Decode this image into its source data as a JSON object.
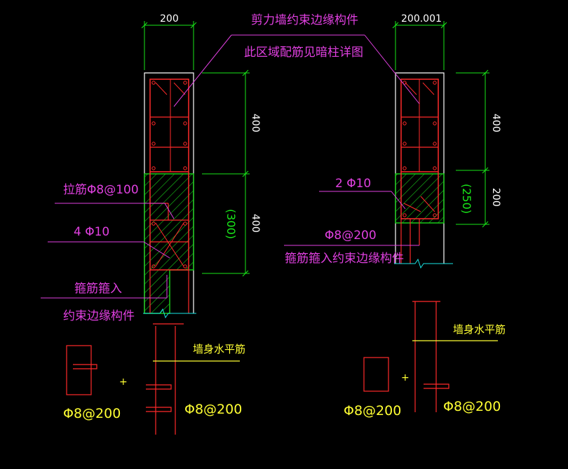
{
  "colors": {
    "background": "#000000",
    "outline": "#ffffff",
    "rebar": "#ff2a2a",
    "dimension": "#19e619",
    "leader": "#e040e0",
    "label": "#e040e0",
    "yellow": "#ffff33",
    "hatch": "#19c819"
  },
  "dims": {
    "left_width": "200",
    "right_width": "200.001",
    "left_upper": "400",
    "left_lower": "400",
    "left_lower_paren": "(300)",
    "right_upper": "400",
    "right_lower": "200",
    "right_lower_paren": "(250)"
  },
  "labels": {
    "title_line1": "剪力墙约束边缘构件",
    "title_line2": "此区域配筋见暗柱详图",
    "tie_bar": "拉筋Φ8@100",
    "left_rebar": "4 Φ10",
    "left_stirrup_line1": "箍筋箍入",
    "left_stirrup_line2": "约束边缘构件",
    "right_rebar": "2 Φ10",
    "right_spacing": "Φ8@200",
    "right_stirrup": "箍筋箍入约束边缘构件",
    "wall_horizontal_left": "墙身水平筋",
    "wall_horizontal_right": "墙身水平筋",
    "spacing_1": "Φ8@200",
    "spacing_2": "Φ8@200",
    "spacing_3": "Φ8@200",
    "spacing_4": "Φ8@200",
    "plus_1": "+",
    "plus_2": "+"
  }
}
